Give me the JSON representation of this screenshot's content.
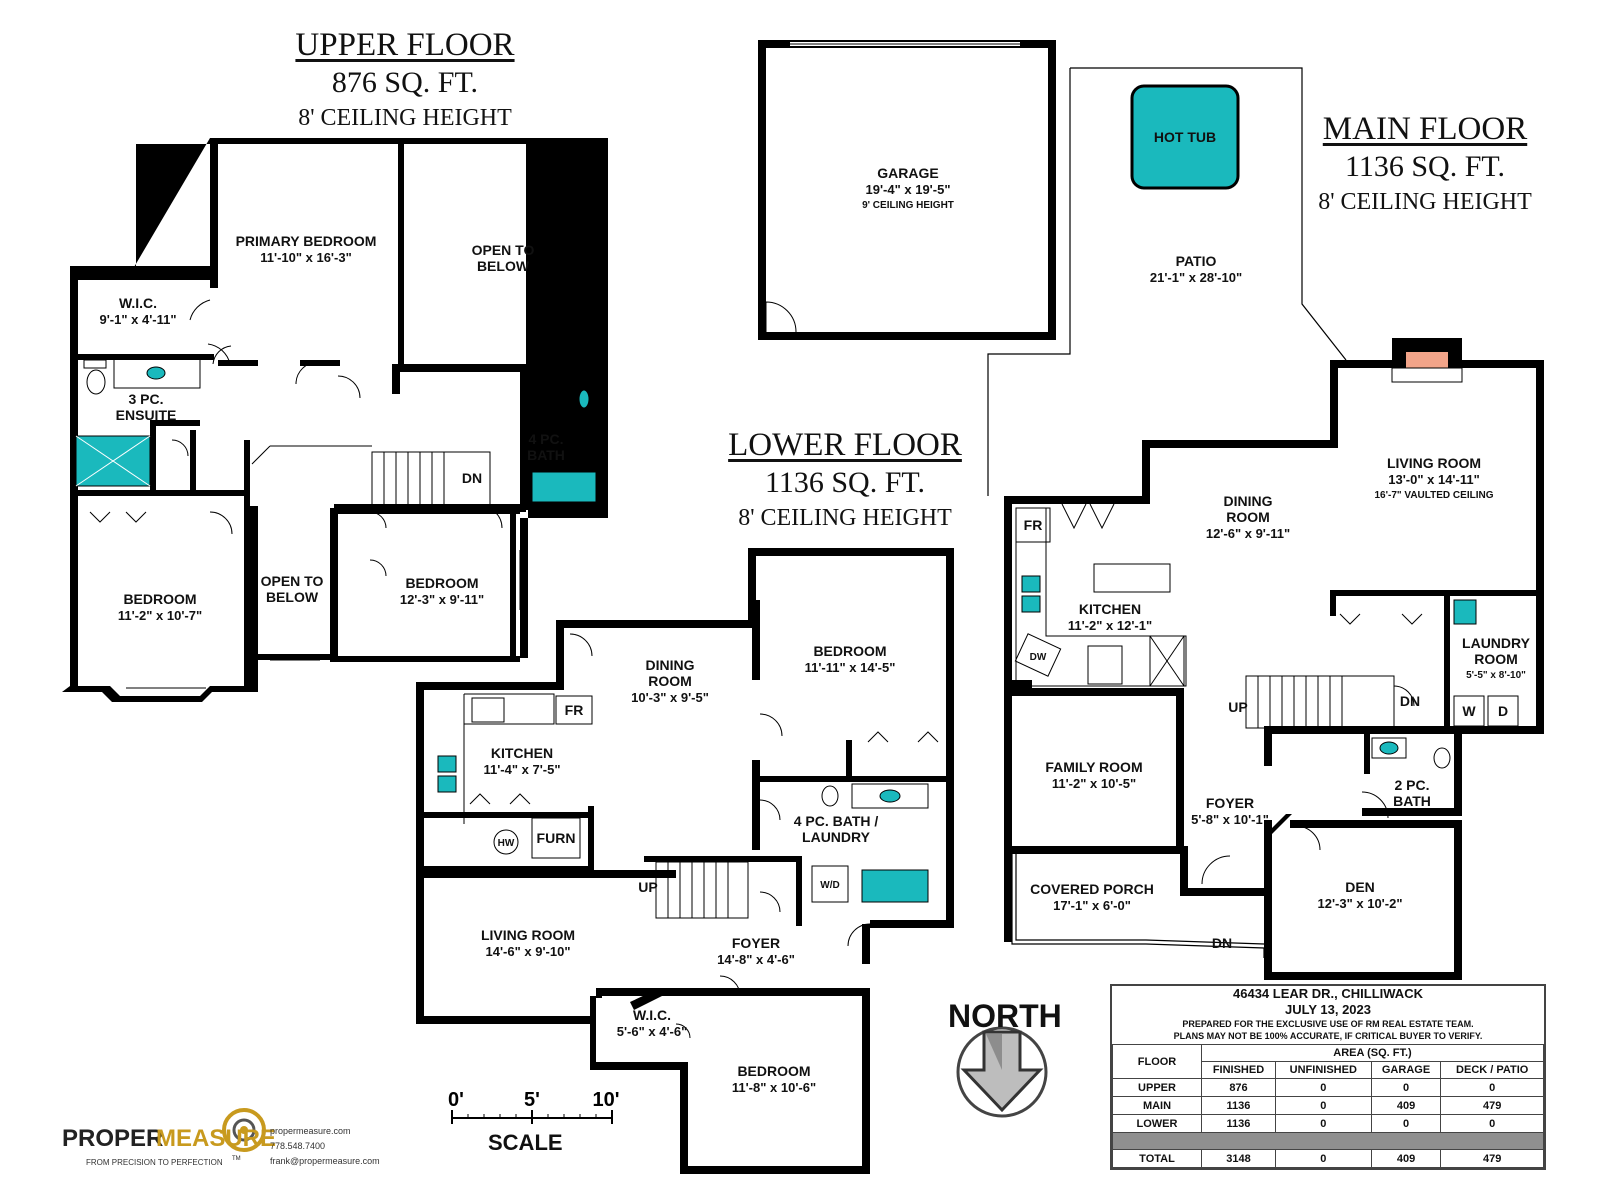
{
  "floors": {
    "upper": {
      "title": "UPPER FLOOR",
      "area": "876 SQ. FT.",
      "ceiling": "8' CEILING HEIGHT"
    },
    "lower": {
      "title": "LOWER FLOOR",
      "area": "1136 SQ. FT.",
      "ceiling": "8' CEILING HEIGHT"
    },
    "main": {
      "title": "MAIN FLOOR",
      "area": "1136 SQ. FT.",
      "ceiling": "8' CEILING HEIGHT"
    }
  },
  "upper_rooms": {
    "primary_bedroom": {
      "name": "PRIMARY BEDROOM",
      "size": "11'-10\" x 16'-3\""
    },
    "open_to_below_1": {
      "line1": "OPEN TO",
      "line2": "BELOW"
    },
    "wic": {
      "name": "W.I.C.",
      "size": "9'-1\" x 4'-11\""
    },
    "ensuite": {
      "line1": "3 PC.",
      "line2": "ENSUITE"
    },
    "bath": {
      "line1": "4 PC.",
      "line2": "BATH"
    },
    "dn": "DN",
    "bedroom_left": {
      "name": "BEDROOM",
      "size": "11'-2\" x 10'-7\""
    },
    "open_to_below_2": {
      "line1": "OPEN TO",
      "line2": "BELOW"
    },
    "bedroom_right": {
      "name": "BEDROOM",
      "size": "12'-3\" x 9'-11\""
    }
  },
  "lower_rooms": {
    "dining": {
      "line1": "DINING",
      "line2": "ROOM",
      "size": "10'-3\" x 9'-5\""
    },
    "bedroom_top": {
      "name": "BEDROOM",
      "size": "11'-11\" x 14'-5\""
    },
    "fr": "FR",
    "kitchen": {
      "name": "KITCHEN",
      "size": "11'-4\" x 7'-5\""
    },
    "hw": "HW",
    "furn": "FURN",
    "bath_laundry": {
      "line1": "4 PC. BATH /",
      "line2": "LAUNDRY"
    },
    "wd": "W/D",
    "up": "UP",
    "living": {
      "name": "LIVING ROOM",
      "size": "14'-6\" x 9'-10\""
    },
    "foyer": {
      "name": "FOYER",
      "size": "14'-8\" x 4'-6\""
    },
    "wic": {
      "name": "W.I.C.",
      "size": "5'-6\" x 4'-6\""
    },
    "bedroom_bottom": {
      "name": "BEDROOM",
      "size": "11'-8\" x 10'-6\""
    }
  },
  "main_rooms": {
    "garage": {
      "name": "GARAGE",
      "size": "19'-4\" x 19'-5\"",
      "ceiling": "9' CEILING HEIGHT"
    },
    "hot_tub": "HOT TUB",
    "patio": {
      "name": "PATIO",
      "size": "21'-1\" x 28'-10\""
    },
    "dining": {
      "line1": "DINING",
      "line2": "ROOM",
      "size": "12'-6\" x 9'-11\""
    },
    "living": {
      "name": "LIVING ROOM",
      "size": "13'-0\" x 14'-11\"",
      "ceiling": "16'-7\" VAULTED CEILING"
    },
    "fr": "FR",
    "kitchen": {
      "name": "KITCHEN",
      "size": "11'-2\" x 12'-1\""
    },
    "dw": "DW",
    "laundry": {
      "line1": "LAUNDRY",
      "line2": "ROOM",
      "size": "5'-5\" x 8'-10\""
    },
    "w": "W",
    "d": "D",
    "up": "UP",
    "dn": "DN",
    "family": {
      "name": "FAMILY ROOM",
      "size": "11'-2\" x 10'-5\""
    },
    "foyer": {
      "name": "FOYER",
      "size": "5'-8\" x 10'-1\""
    },
    "bath2": {
      "line1": "2 PC.",
      "line2": "BATH"
    },
    "porch": {
      "name": "COVERED PORCH",
      "size": "17'-1\" x 6'-0\""
    },
    "porch_dn": "DN",
    "den": {
      "name": "DEN",
      "size": "12'-3\" x 10'-2\""
    }
  },
  "north": "NORTH",
  "scale": {
    "label": "SCALE",
    "t0": "0'",
    "t5": "5'",
    "t10": "10'"
  },
  "info": {
    "address": "46434 LEAR DR., CHILLIWACK",
    "date": "JULY 13, 2023",
    "note1": "PREPARED FOR THE EXCLUSIVE USE OF RM REAL ESTATE TEAM.",
    "note2": "PLANS MAY NOT BE 100% ACCURATE, IF CRITICAL BUYER TO VERIFY.",
    "area_header": "AREA (SQ. FT.)",
    "columns": [
      "FLOOR",
      "FINISHED",
      "UNFINISHED",
      "GARAGE",
      "DECK / PATIO"
    ],
    "rows": [
      [
        "UPPER",
        "876",
        "0",
        "0",
        "0"
      ],
      [
        "MAIN",
        "1136",
        "0",
        "409",
        "479"
      ],
      [
        "LOWER",
        "1136",
        "0",
        "0",
        "0"
      ]
    ],
    "total": [
      "TOTAL",
      "3148",
      "0",
      "409",
      "479"
    ]
  },
  "logo": {
    "brand_a": "PROPER",
    "brand_b": "MEASURE",
    "tm": "TM",
    "tagline": "FROM PRECISION TO PERFECTION",
    "website": "propermeasure.com",
    "phone": "778.548.7400",
    "email": "frank@propermeasure.com"
  },
  "colors": {
    "fixture": "#1ab9bd",
    "wall": "#000000",
    "fireplace": "#f2a489"
  }
}
